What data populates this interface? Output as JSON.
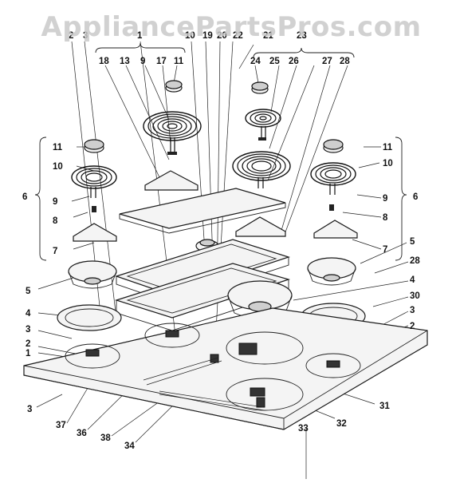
{
  "watermark": "AppliancePartsPros.com",
  "callouts": {
    "top_left_group": "1",
    "top_left_a": "2",
    "top_left_b": "3",
    "top_mid_a": "10",
    "top_mid_b": "19",
    "top_mid_c": "20",
    "top_mid_d": "22",
    "top_mid_e": "21",
    "top_right_group": "23",
    "c18": "18",
    "c13": "13",
    "c9a": "9",
    "c17": "17",
    "c11a": "11",
    "c24": "24",
    "c25": "25",
    "c26": "26",
    "c28a": "28",
    "c27": "27",
    "c11l": "11",
    "c11r": "11",
    "c10l": "10",
    "c10r": "10",
    "c6l": "6",
    "c6r": "6",
    "c9l": "9",
    "c9r": "9",
    "c8l": "8",
    "c8r": "8",
    "c7l": "7",
    "c7r": "7",
    "c5l": "5",
    "c5r": "5",
    "c28b": "28",
    "c4l": "4",
    "c4r": "4",
    "c30": "30",
    "c3l": "3",
    "c3r": "3",
    "c2l": "2",
    "c2r": "2",
    "c1": "1",
    "c3b": "3",
    "c37": "37",
    "c36": "36",
    "c38": "38",
    "c34": "34",
    "c33": "33",
    "c32": "32",
    "c31": "31"
  }
}
